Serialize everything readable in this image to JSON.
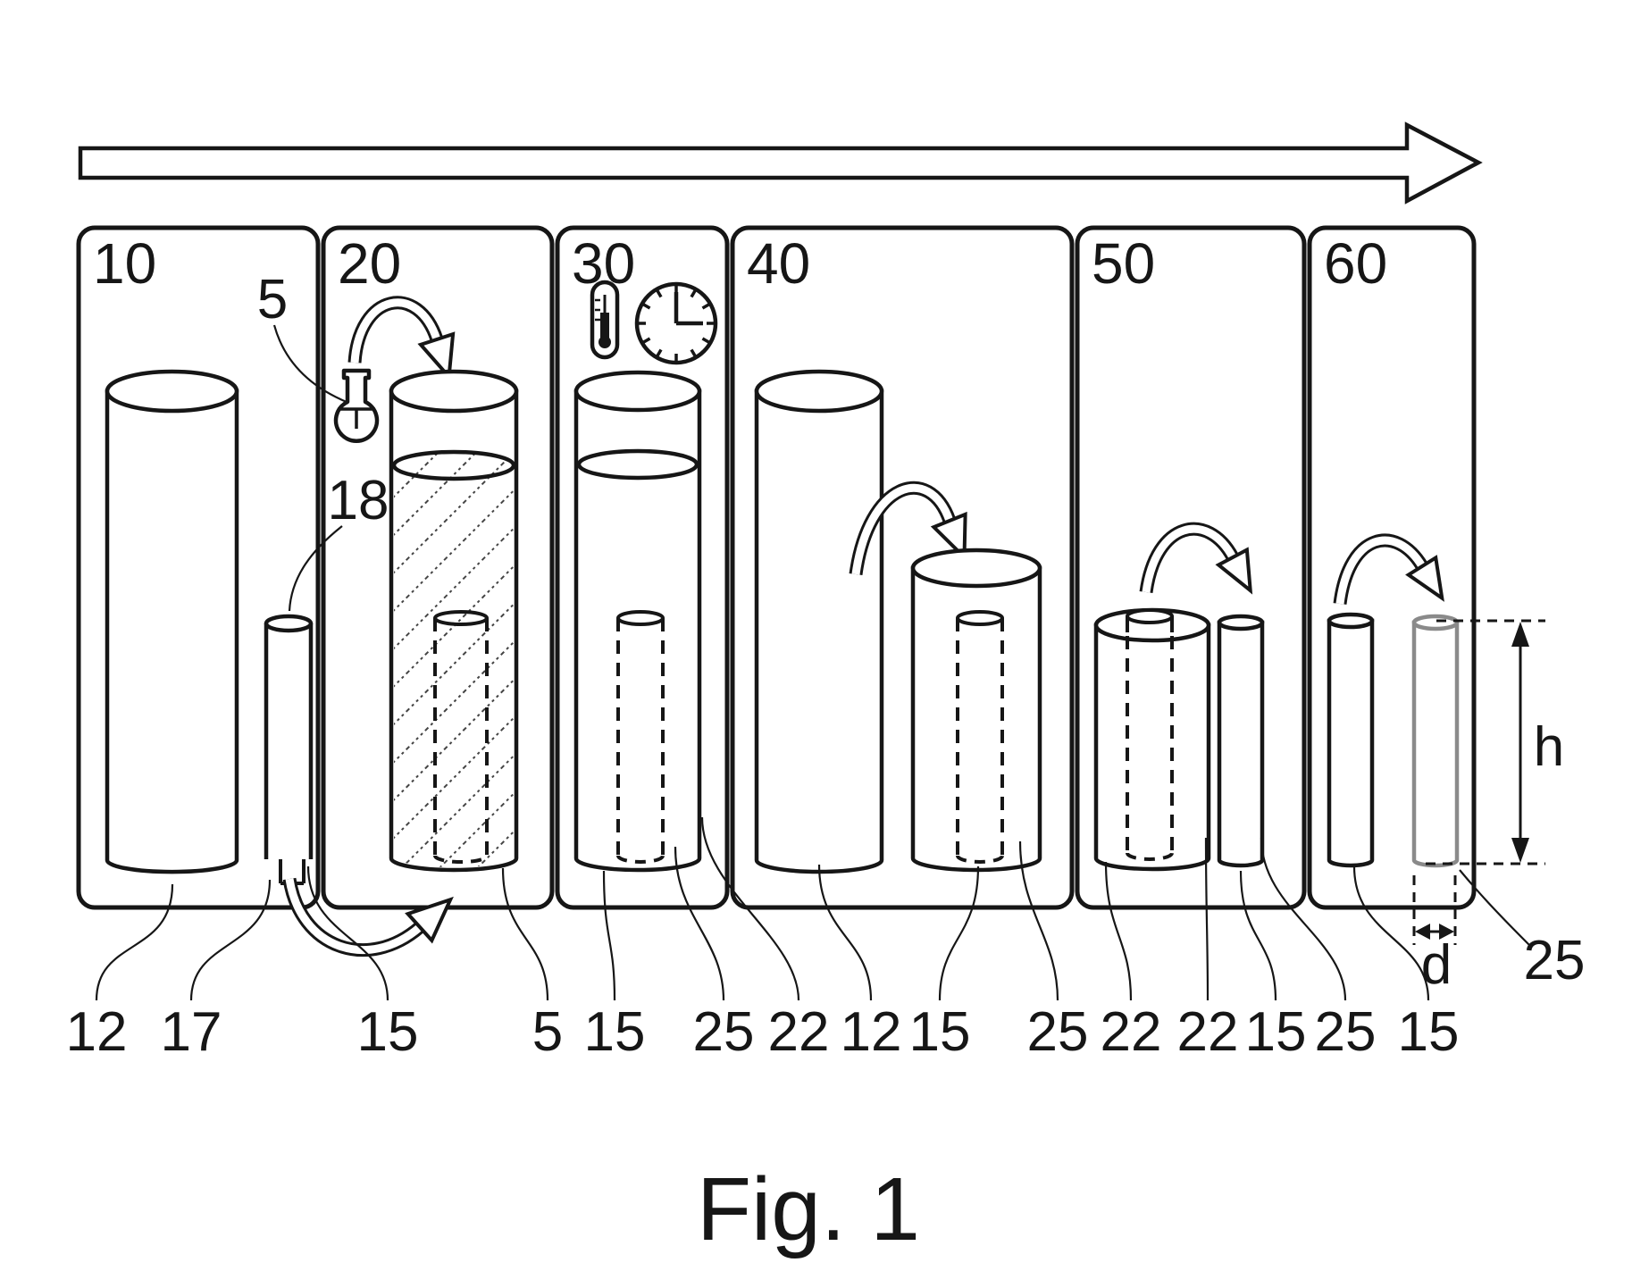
{
  "figure": {
    "caption": "Fig. 1"
  },
  "colors": {
    "ink": "#161616",
    "muted_rod": "#8a8a8a",
    "hatch": "#444444"
  },
  "flow_arrow": {
    "direction": "left-to-right"
  },
  "panels": [
    {
      "label": "10"
    },
    {
      "label": "20"
    },
    {
      "label": "30"
    },
    {
      "label": "40"
    },
    {
      "label": "50"
    },
    {
      "label": "60"
    }
  ],
  "callouts": {
    "flask": {
      "text": "5"
    },
    "tube_top": {
      "text": "18"
    },
    "height_dim": {
      "text": "h"
    },
    "diameter_dim": {
      "text": "d"
    },
    "final_rod": {
      "text": "25"
    }
  },
  "bottom_labels": [
    {
      "text": "12"
    },
    {
      "text": "17"
    },
    {
      "text": "15"
    },
    {
      "text": "5"
    },
    {
      "text": "15"
    },
    {
      "text": "25"
    },
    {
      "text": "22"
    },
    {
      "text": "12"
    },
    {
      "text": "15"
    },
    {
      "text": "25"
    },
    {
      "text": "22"
    },
    {
      "text": "22"
    },
    {
      "text": "15"
    },
    {
      "text": "25"
    },
    {
      "text": "15"
    }
  ],
  "icons": [
    {
      "name": "thermometer-icon"
    },
    {
      "name": "clock-icon",
      "time": "3:00"
    },
    {
      "name": "flask-icon"
    }
  ]
}
